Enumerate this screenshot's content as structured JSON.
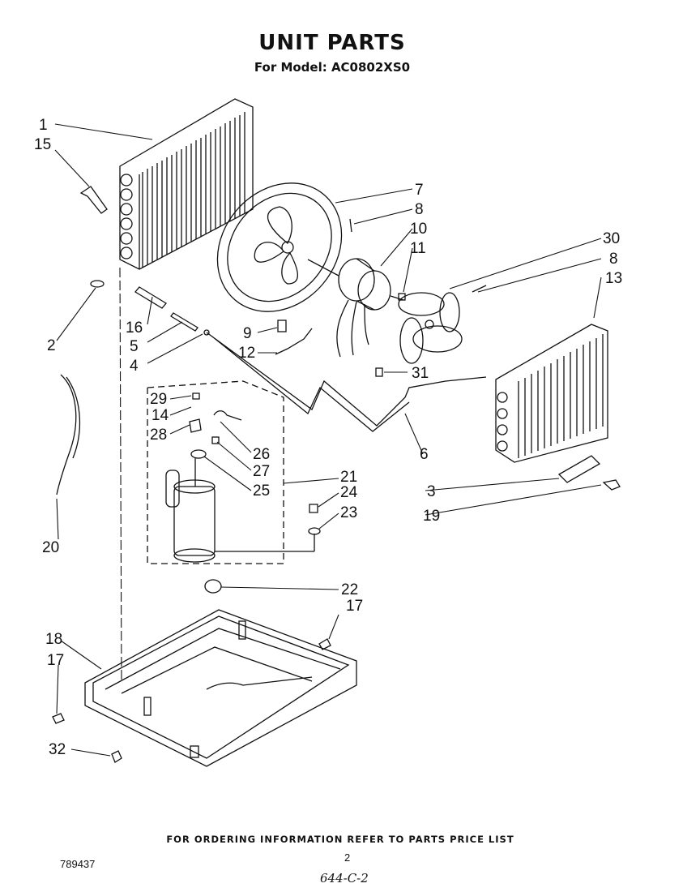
{
  "header": {
    "title": "UNIT PARTS",
    "subtitle": "For Model: AC0802XS0"
  },
  "footer": {
    "note": "FOR ORDERING INFORMATION REFER TO PARTS PRICE LIST",
    "doc_number": "789437",
    "page_number": "2",
    "handwritten": "644-C-2"
  },
  "callouts": [
    "1",
    "15",
    "2",
    "16",
    "5",
    "4",
    "7",
    "8",
    "10",
    "11",
    "9",
    "12",
    "30",
    "8",
    "13",
    "31",
    "6",
    "29",
    "14",
    "28",
    "26",
    "27",
    "25",
    "21",
    "24",
    "23",
    "3",
    "19",
    "20",
    "22",
    "17",
    "18",
    "17",
    "32"
  ]
}
